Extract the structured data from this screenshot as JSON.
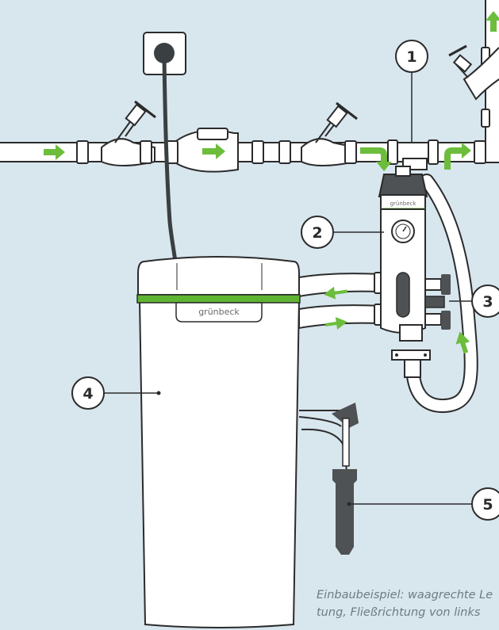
{
  "brand": {
    "softener_logo": "grünbeck",
    "filter_logo": "grünbeck"
  },
  "callouts": [
    "1",
    "2",
    "3",
    "4",
    "5"
  ],
  "caption": {
    "line1": "Einbaubeispiel: waagrechte Le",
    "line2": "tung, Fließrichtung von links"
  },
  "colors": {
    "background": "#d8e6ee",
    "pipe_fill": "#ffffff",
    "outline": "#2b2b2b",
    "flow_arrow": "#6cbd3c",
    "accent_band": "#5fb532",
    "dark_part": "#4f5254",
    "cable": "#3a3f42"
  }
}
